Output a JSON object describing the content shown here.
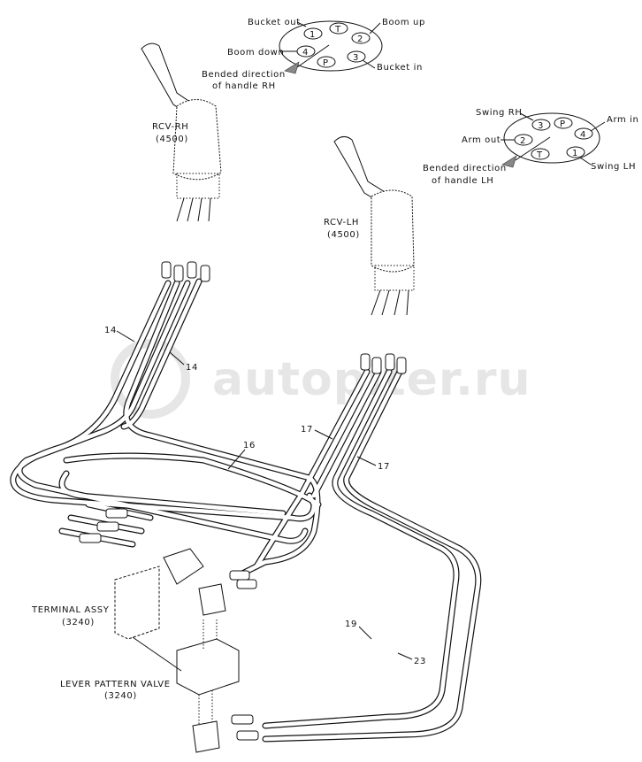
{
  "watermark": "autopiter.ru",
  "rh_ports": {
    "bucket_out": "Bucket out",
    "boom_up": "Boom up",
    "boom_down": "Boom down",
    "bucket_in": "Bucket in",
    "bended_1": "Bended direction",
    "bended_2": "of handle RH",
    "p1": "1",
    "pT": "T",
    "p2": "2",
    "p4": "4",
    "pP": "P",
    "p3": "3"
  },
  "lh_ports": {
    "swing_rh": "Swing RH",
    "arm_in": "Arm in",
    "arm_out": "Arm out",
    "swing_lh": "Swing LH",
    "bended_1": "Bended direction",
    "bended_2": "of handle LH",
    "p3": "3",
    "pP": "P",
    "p4": "4",
    "p2": "2",
    "pT": "T",
    "p1": "1"
  },
  "components": {
    "rcv_rh": "RCV-RH",
    "rcv_rh_code": "(4500)",
    "rcv_lh": "RCV-LH",
    "rcv_lh_code": "(4500)",
    "terminal": "TERMINAL ASSY",
    "terminal_code": "(3240)",
    "lever": "LEVER PATTERN VALVE",
    "lever_code": "(3240)"
  },
  "callouts": [
    "14",
    "14",
    "16",
    "17",
    "17",
    "19",
    "23"
  ]
}
